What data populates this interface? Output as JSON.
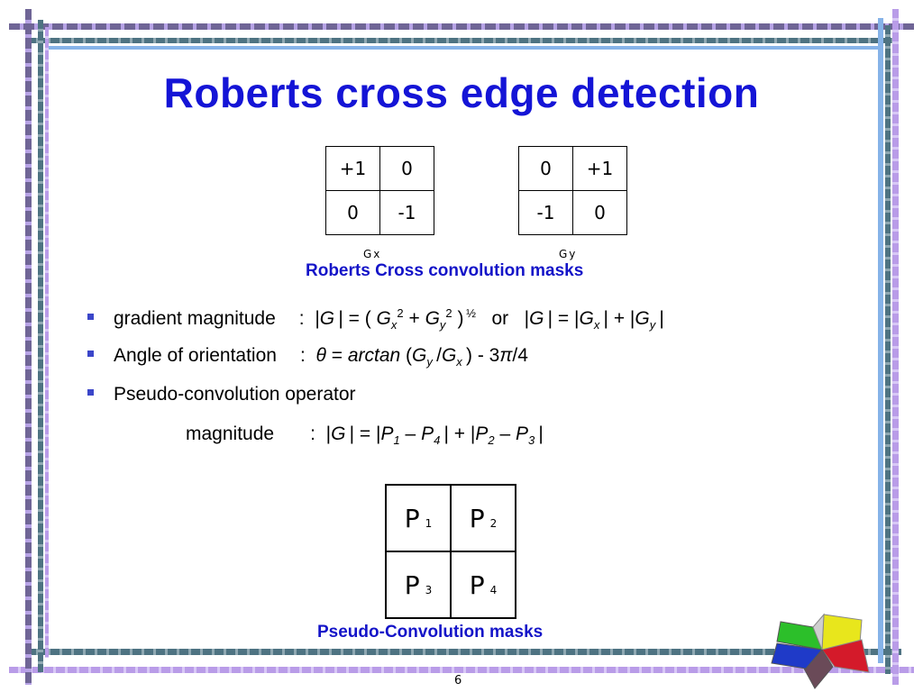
{
  "title": "Roberts cross edge detection",
  "masks": {
    "gx": {
      "label": "Gx",
      "cells": [
        "+1",
        "0",
        "0",
        "-1"
      ]
    },
    "gy": {
      "label": "Gy",
      "cells": [
        "0",
        "+1",
        "-1",
        "0"
      ]
    },
    "caption": "Roberts Cross convolution masks"
  },
  "bullets": {
    "gradient_label": "gradient magnitude",
    "angle_label": "Angle of orientation",
    "pseudo_label": "Pseudo-convolution operator",
    "magnitude_label": "magnitude",
    "colon": ":",
    "or": "or"
  },
  "pseudo_mask": {
    "cells": [
      {
        "p": "P",
        "sub": "1"
      },
      {
        "p": "P",
        "sub": "2"
      },
      {
        "p": "P",
        "sub": "3"
      },
      {
        "p": "P",
        "sub": "4"
      }
    ],
    "caption": "Pseudo-Convolution masks"
  },
  "page_number": "6",
  "colors": {
    "title": "#1414d6",
    "caption": "#1414c8",
    "bullet": "#3b46c9"
  }
}
